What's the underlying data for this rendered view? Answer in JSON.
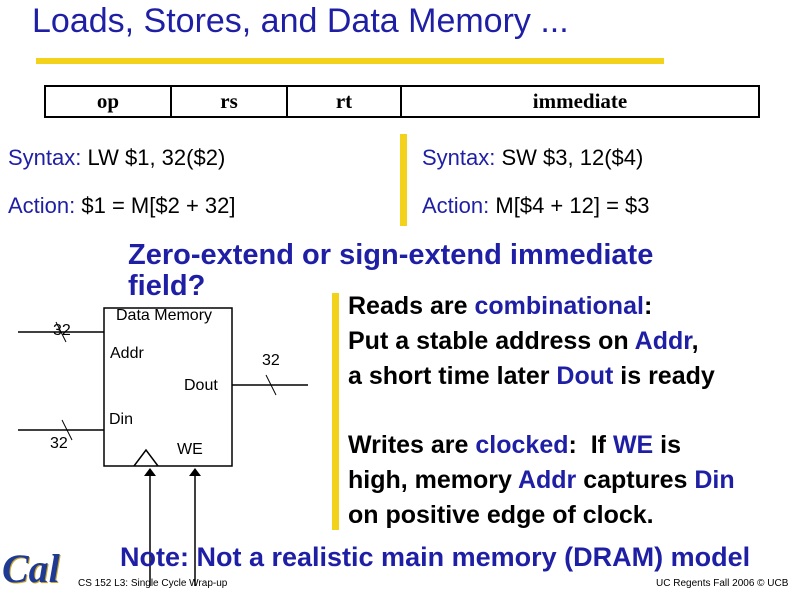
{
  "title": "Loads, Stores, and Data Memory ...",
  "instruction_format": [
    "op",
    "rs",
    "rt",
    "immediate"
  ],
  "left": {
    "syntax_label": "Syntax:",
    "syntax_value": "LW $1, 32($2)",
    "action_label": "Action:",
    "action_value": "$1 = M[$2 + 32]"
  },
  "right": {
    "syntax_label": "Syntax:",
    "syntax_value": "SW $3, 12($4)",
    "action_label": "Action:",
    "action_value": "M[$4 + 12] = $3"
  },
  "extend_note": "Zero-extend or sign-extend immediate field?",
  "diagram": {
    "title": "Data Memory",
    "addr": "Addr",
    "dout": "Dout",
    "din": "Din",
    "we": "WE",
    "addr_width": "32",
    "din_width": "32",
    "dout_width": "32"
  },
  "reads": {
    "pre": "Reads are ",
    "key": "combinational",
    "post": ":",
    "line2_pre": "Put a stable address on ",
    "line2_key": "Addr",
    "line2_post": ",",
    "line3_pre": "a short time later ",
    "line3_key": "Dout",
    "line3_post": " is ready"
  },
  "writes": {
    "pre": "Writes are ",
    "key": "clocked",
    "mid": ":  If ",
    "we": "WE",
    "post": " is",
    "line2_pre": "high, memory ",
    "line2_key": "Addr",
    "line2_mid": " captures ",
    "line2_din": "Din",
    "line3": "on positive edge of clock."
  },
  "note": "Note: Not a realistic main memory (DRAM) model",
  "footer_left": "CS 152 L3:  Single Cycle Wrap-up",
  "footer_right": "UC Regents Fall 2006 © UCB",
  "logo_text": "Cal"
}
